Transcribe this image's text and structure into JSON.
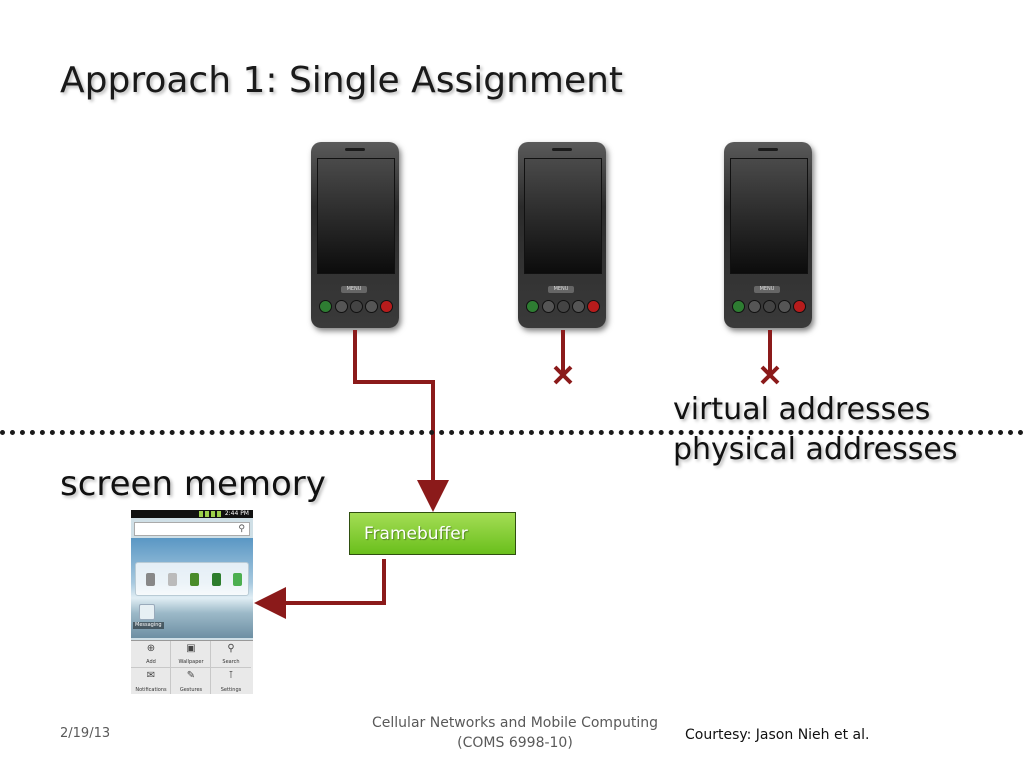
{
  "title": "Approach 1: Single Assignment",
  "labels": {
    "virtual": "virtual addresses",
    "physical": "physical addresses",
    "screen_memory": "screen memory",
    "framebuffer": "Framebuffer"
  },
  "phones": [
    {
      "menu_label": "MENU"
    },
    {
      "menu_label": "MENU"
    },
    {
      "menu_label": "MENU"
    }
  ],
  "android_screenshot": {
    "time": "2:44 PM",
    "widget_label": "Messaging",
    "drawer": [
      "Add",
      "Wallpaper",
      "Search",
      "Notifications",
      "Gestures",
      "Settings"
    ]
  },
  "footer": {
    "date": "2/19/13",
    "course_line1": "Cellular Networks and Mobile Computing",
    "course_line2": "(COMS 6998-10)",
    "courtesy": "Courtesy: Jason Nieh et al."
  },
  "colors": {
    "connector": "#8b1a1a",
    "framebuffer_fill": "#7ac82a",
    "divider": "#1a1a1a"
  }
}
